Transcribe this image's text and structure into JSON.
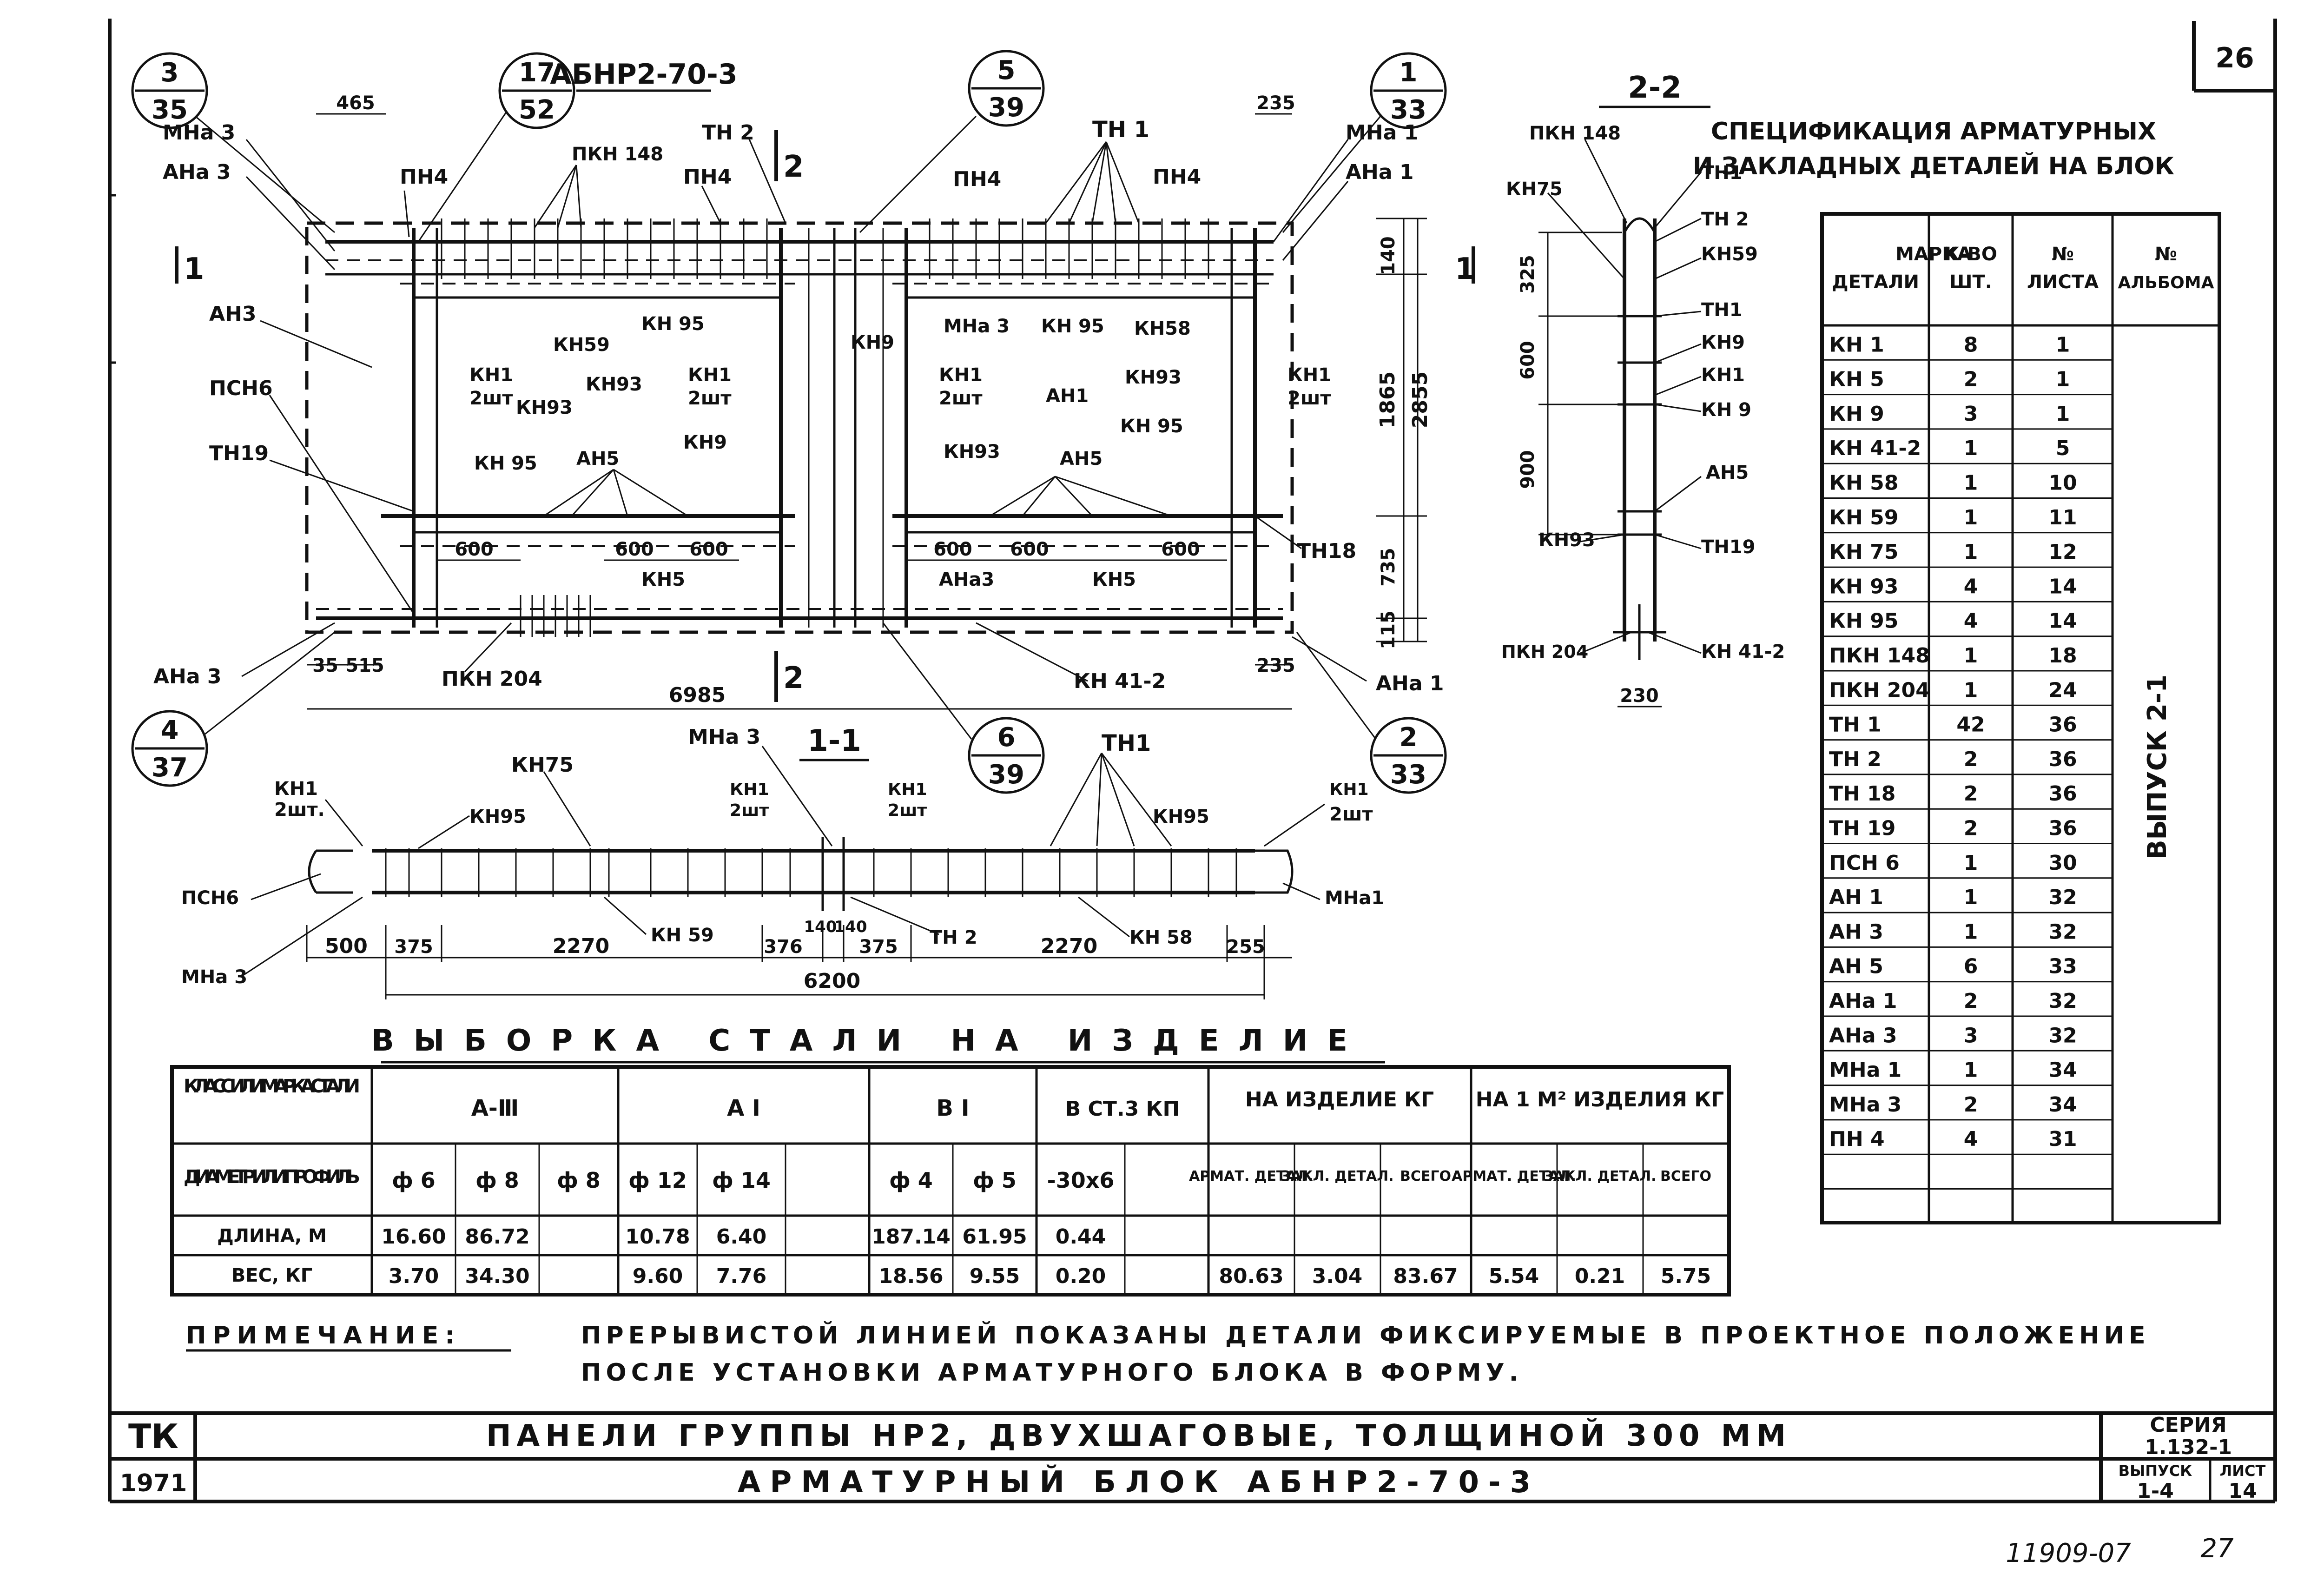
{
  "sheet_number": "26",
  "main_drawing": {
    "title": "АБНР2-70-3",
    "callouts": [
      {
        "num": "3",
        "den": "35"
      },
      {
        "num": "17",
        "den": "52"
      },
      {
        "num": "5",
        "den": "39"
      },
      {
        "num": "1",
        "den": "33"
      },
      {
        "num": "4",
        "den": "37"
      },
      {
        "num": "6",
        "den": "39"
      },
      {
        "num": "2",
        "den": "33"
      }
    ],
    "section_marks": {
      "s1_left": "1",
      "s1_right": "1",
      "s2_top": "2",
      "s2_bottom": "2"
    },
    "labels": {
      "mna3": "МНа 3",
      "ana3": "АНа 3",
      "an3": "АН3",
      "psn6": "ПСН6",
      "tn19": "ТН19",
      "pn4": "ПН4",
      "pkn148": "ПКН 148",
      "tn2": "ТН 2",
      "tn1": "ТН 1",
      "mna1": "МНа 1",
      "ana1": "АНа 1",
      "kn59": "КН59",
      "kn93": "КН93",
      "kn95": "КН 95",
      "kn1": "КН1",
      "sht2": "2шт",
      "an5": "АН5",
      "kn9": "КН9",
      "an1": "АН1",
      "kn58": "КН58",
      "tn18": "ТН18",
      "kn5": "КН5",
      "pkn204": "ПКН 204",
      "kn412": "КН 41-2",
      "mna3b": "МНа 3",
      "ana3b": "АНа3"
    },
    "dims": {
      "d465": "465",
      "d235a": "235",
      "d140": "140",
      "d1865": "1865",
      "d2855": "2855",
      "d735": "735",
      "d115": "115",
      "d600a": "600",
      "d600b": "600",
      "d600c": "600",
      "d600d": "600",
      "d600e": "600",
      "d600f": "600",
      "d35": "35",
      "d515": "515",
      "d6985": "6985",
      "d235b": "235"
    }
  },
  "section_22": {
    "title": "2-2",
    "labels": {
      "pkn148": "ПКН 148",
      "kn75": "КН75",
      "tn1a": "ТН1",
      "tn2": "ТН 2",
      "kn59": "КН59",
      "tn1b": "ТН1",
      "kn9a": "КН9",
      "kn1": "КН1",
      "kn9b": "КН 9",
      "an5": "АН5",
      "kn93": "КН93",
      "tn19": "ТН19",
      "pkn204": "ПКН 204",
      "kn412": "КН 41-2"
    },
    "dims": {
      "d325": "325",
      "d600": "600",
      "d900": "900",
      "d230": "230"
    }
  },
  "section_11": {
    "title": "1-1",
    "labels": {
      "kn1l": "КН1",
      "sht2l": "2шт.",
      "kn95l": "КН95",
      "kn75": "КН75",
      "mna3": "МНа 3",
      "kn1m1": "КН1",
      "sht2m1": "2шт",
      "kn1m2": "КН1",
      "sht2m2": "2шт",
      "tn1": "ТН1",
      "kn95r": "КН95",
      "kn1r": "КН1",
      "sht2r": "2шт",
      "psn6": "ПСН6",
      "mna1": "МНа1",
      "mna3b": "МНа 3",
      "kn59": "КН 59",
      "tn2": "ТН 2",
      "kn58": "КН 58"
    },
    "dims": {
      "d500": "500",
      "d375a": "375",
      "d2270a": "2270",
      "d376": "376",
      "d140a": "140",
      "d140b": "140",
      "d375b": "375",
      "d2270b": "2270",
      "d255": "255",
      "d6200": "6200"
    }
  },
  "spec": {
    "title_line1": "СПЕЦИФИКАЦИЯ АРМАТУРНЫХ",
    "title_line2": "И ЗАКЛАДНЫХ ДЕТАЛЕЙ НА БЛОК",
    "headers": [
      [
        "МАРКА",
        "ДЕТАЛИ"
      ],
      [
        "К-ВО",
        "ШТ."
      ],
      [
        "№",
        "ЛИСТА"
      ],
      [
        "№",
        "АЛЬБОМА"
      ]
    ],
    "album_note": "ВЫПУСК 2-1",
    "rows": [
      [
        "КН 1",
        "8",
        "1"
      ],
      [
        "КН 5",
        "2",
        "1"
      ],
      [
        "КН 9",
        "3",
        "1"
      ],
      [
        "КН 41-2",
        "1",
        "5"
      ],
      [
        "КН 58",
        "1",
        "10"
      ],
      [
        "КН 59",
        "1",
        "11"
      ],
      [
        "КН 75",
        "1",
        "12"
      ],
      [
        "КН 93",
        "4",
        "14"
      ],
      [
        "КН 95",
        "4",
        "14"
      ],
      [
        "ПКН 148",
        "1",
        "18"
      ],
      [
        "ПКН 204",
        "1",
        "24"
      ],
      [
        "ТН 1",
        "42",
        "36"
      ],
      [
        "ТН 2",
        "2",
        "36"
      ],
      [
        "ТН 18",
        "2",
        "36"
      ],
      [
        "ТН 19",
        "2",
        "36"
      ],
      [
        "ПСН 6",
        "1",
        "30"
      ],
      [
        "АН 1",
        "1",
        "32"
      ],
      [
        "АН 3",
        "1",
        "32"
      ],
      [
        "АН 5",
        "6",
        "33"
      ],
      [
        "АНа 1",
        "2",
        "32"
      ],
      [
        "АНа 3",
        "3",
        "32"
      ],
      [
        "МНа 1",
        "1",
        "34"
      ],
      [
        "МНа 3",
        "2",
        "34"
      ],
      [
        "ПН 4",
        "4",
        "31"
      ],
      [
        "",
        "",
        ""
      ],
      [
        "",
        "",
        ""
      ]
    ]
  },
  "steel": {
    "title": "ВЫБОРКА СТАЛИ НА ИЗДЕЛИЕ",
    "h_class": "КЛАСС ИЛИ МАРКА СТАЛИ",
    "h_a3": "А-Ⅲ",
    "h_a1": "А Ⅰ",
    "h_b1": "В Ⅰ",
    "h_vst": "В СТ.3 КП",
    "h_item": "НА ИЗДЕЛИЕ КГ",
    "h_m2": "НА 1 М² ИЗДЕЛИЯ КГ",
    "h_diam": "ДИАМЕТР ИЛИ ПРОФИЛЬ",
    "diams": [
      "ф 6",
      "ф 8",
      "ф 8",
      "ф 12",
      "ф 14",
      "",
      "ф 4",
      "ф 5",
      "-30х6",
      ""
    ],
    "sub_item": [
      "АРМАТ. ДЕТАЛ.",
      "ЗАКЛ. ДЕТАЛ.",
      "ВСЕГО"
    ],
    "sub_m2": [
      "АРМАТ. ДЕТАЛ.",
      "ЗАКЛ. ДЕТАЛ.",
      "ВСЕГО"
    ],
    "h_len": "ДЛИНА, М",
    "h_wt": "ВЕС, КГ",
    "length": [
      "16.60",
      "86.72",
      "",
      "10.78",
      "6.40",
      "",
      "187.14",
      "61.95",
      "0.44",
      "",
      "",
      "",
      "",
      "",
      "",
      ""
    ],
    "weight": [
      "3.70",
      "34.30",
      "",
      "9.60",
      "7.76",
      "",
      "18.56",
      "9.55",
      "0.20",
      "",
      "80.63",
      "3.04",
      "83.67",
      "5.54",
      "0.21",
      "5.75"
    ]
  },
  "note": {
    "label": "ПРИМЕЧАНИЕ:",
    "line1": "ПРЕРЫВИСТОЙ ЛИНИЕЙ ПОКАЗАНЫ ДЕТАЛИ ФИКСИРУЕМЫЕ В ПРОЕКТНОЕ ПОЛОЖЕНИЕ",
    "line2": "ПОСЛЕ УСТАНОВКИ АРМАТУРНОГО БЛОКА В ФОРМУ."
  },
  "title_block": {
    "org": "ТК",
    "year": "1971",
    "title1": "ПАНЕЛИ ГРУППЫ НР2, ДВУХШАГОВЫЕ, ТОЛЩИНОЙ 300 ММ",
    "title2": "АРМАТУРНЫЙ БЛОК АБНР2-70-3",
    "series_label": "СЕРИЯ",
    "series": "1.132-1",
    "issue_label": "ВЫПУСК",
    "issue": "1-4",
    "sheet_label": "ЛИСТ",
    "sheet": "14"
  },
  "handwritten": {
    "inv": "11909-07",
    "page": "27"
  }
}
